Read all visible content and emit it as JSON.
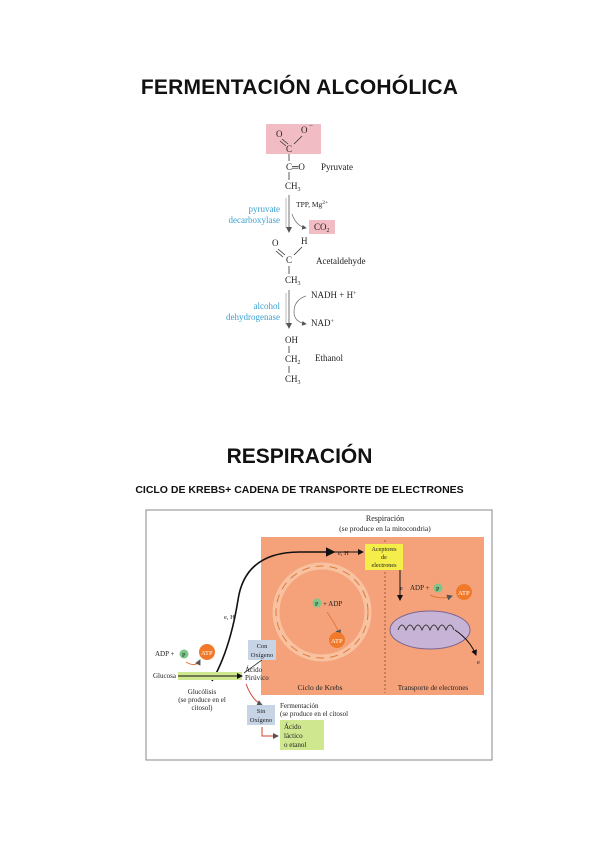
{
  "heading_fermentation": "FERMENTACIÓN ALCOHÓLICA",
  "heading_respiration": "RESPIRACIÓN",
  "subheading_respiration": "CICLO DE KREBS+ CADENA DE TRANSPORTE DE ELECTRONES",
  "pathway": {
    "o_left": "O",
    "o_right": "O",
    "o_charge": "−",
    "c_top": "C",
    "c_ketone": "C═O",
    "pyruvate": "Pyruvate",
    "ch3_1": "CH",
    "sub3": "3",
    "cofactors": "TPP, Mg",
    "mg_charge": "2+",
    "co2": "CO",
    "sub2": "2",
    "enzyme1_line1": "pyruvate",
    "enzyme1_line2": "decarboxylase",
    "o_ald": "O",
    "h_ald": "H",
    "c_ald": "C",
    "acetaldehyde": "Acetaldehyde",
    "ch3_2": "CH",
    "nadh": "NADH + H",
    "plus": "+",
    "nad": "NAD",
    "enzyme2_line1": "alcohol",
    "enzyme2_line2": "dehydrogenase",
    "oh": "OH",
    "ch2": "CH",
    "ethanol": "Ethanol",
    "ch3_3": "CH"
  },
  "diagram": {
    "respiracion_title": "Respiración",
    "respiracion_sub": "(se produce en la mitocondria)",
    "aceptores_1": "Aceptores",
    "aceptores_2": "de",
    "aceptores_3": "electrones",
    "eh_top": "e, H",
    "eh_mid": "e, H",
    "adp_p_krebs": "+ ADP",
    "p": "P",
    "atp_krebs": "ATP",
    "adp_etc": "ADP +",
    "atp_etc": "ATP",
    "e_top": "e",
    "e_bottom": "e",
    "con_oxigeno_1": "Con",
    "con_oxigeno_2": "Oxígeno",
    "adp_glyc": "ADP +",
    "atp_glyc": "ATP",
    "glucosa": "Glucosa",
    "acido_piruvico_1": "Ácido",
    "acido_piruvico_2": "Pirúvico",
    "ciclo_krebs": "Ciclo de Krebs",
    "transporte": "Transporte de electrones",
    "glucolisis_1": "Glucólisis",
    "glucolisis_2": "(se produce en el",
    "glucolisis_3": "citosol)",
    "sin_oxigeno_1": "Sin",
    "sin_oxigeno_2": "Oxígeno",
    "fermentacion_1": "Fermentación",
    "fermentacion_2": "(se produce en el citosol",
    "acido_lactico_1": "Ácido",
    "acido_lactico_2": "láctico",
    "acido_lactico_3": "o etanol"
  },
  "colors": {
    "pink_highlight": "#f2bcc4",
    "enzyme_blue": "#3a9fd0",
    "krebs_orange": "#f5a27a",
    "yellow": "#f5ee4a",
    "green_box": "#cfe78f",
    "blue_box": "#c6d4e6",
    "atp_orange": "#f07a2a",
    "p_green": "#7cc68a"
  }
}
